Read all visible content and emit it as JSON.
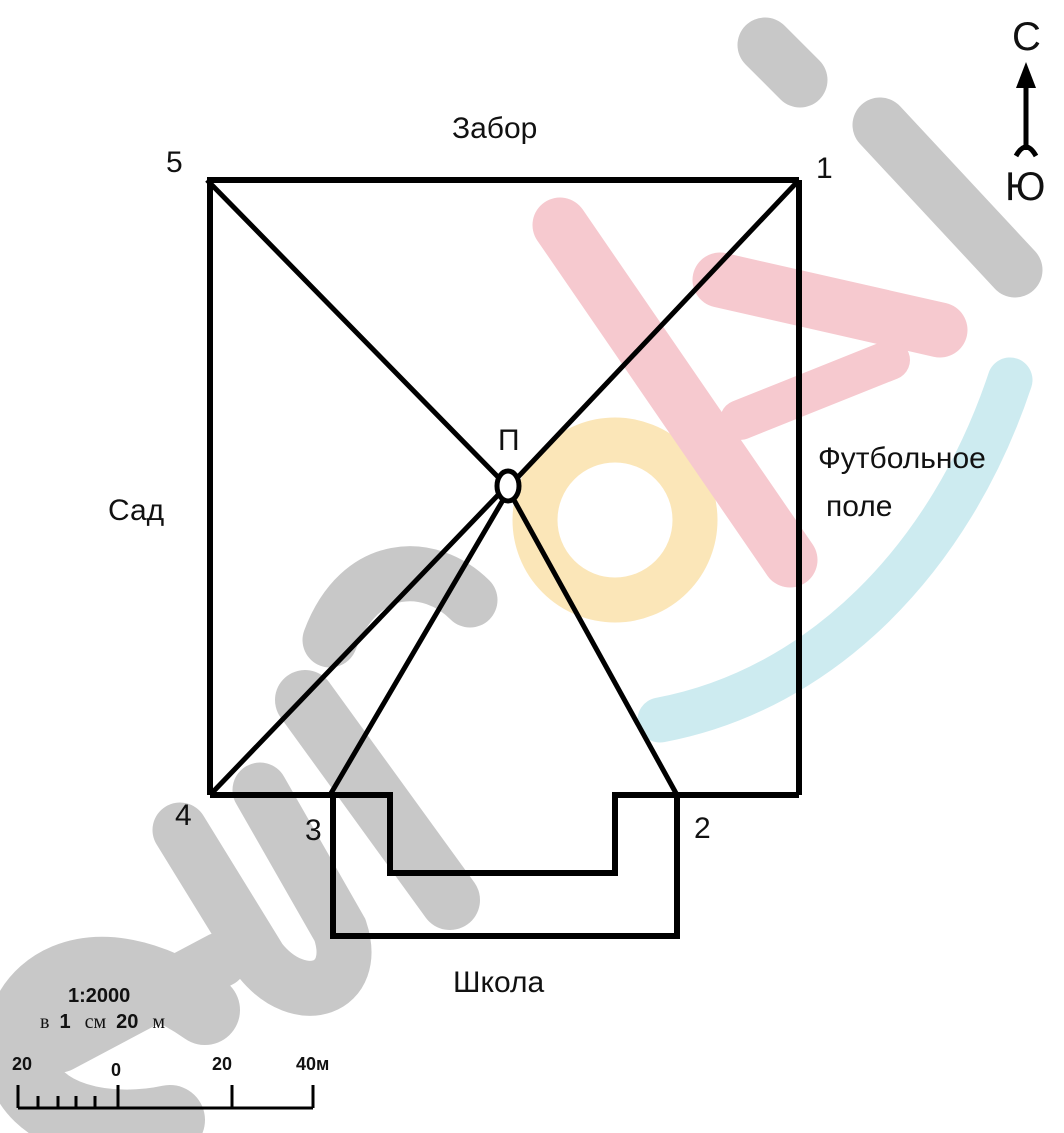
{
  "compass": {
    "north": "С",
    "south": "Ю"
  },
  "labels": {
    "top": "Забор",
    "left": "Сад",
    "right_line1": "Футбольное",
    "right_line2": "поле",
    "bottom": "Школа",
    "center_point": "П"
  },
  "vertices": {
    "v1": "1",
    "v2": "2",
    "v3": "3",
    "v4": "4",
    "v5": "5"
  },
  "scale": {
    "ratio": "1:2000",
    "words_prefix": "в",
    "words_num1": "1",
    "words_unit1": "см",
    "words_num2": "20",
    "words_unit2": "м",
    "ticks": [
      "20",
      "0",
      "20",
      "40м"
    ]
  },
  "watermark": {
    "text": "euroki",
    "colors": [
      "#c8c8c8",
      "#f6c9cf",
      "#fbe6b8",
      "#cdebf0"
    ]
  }
}
